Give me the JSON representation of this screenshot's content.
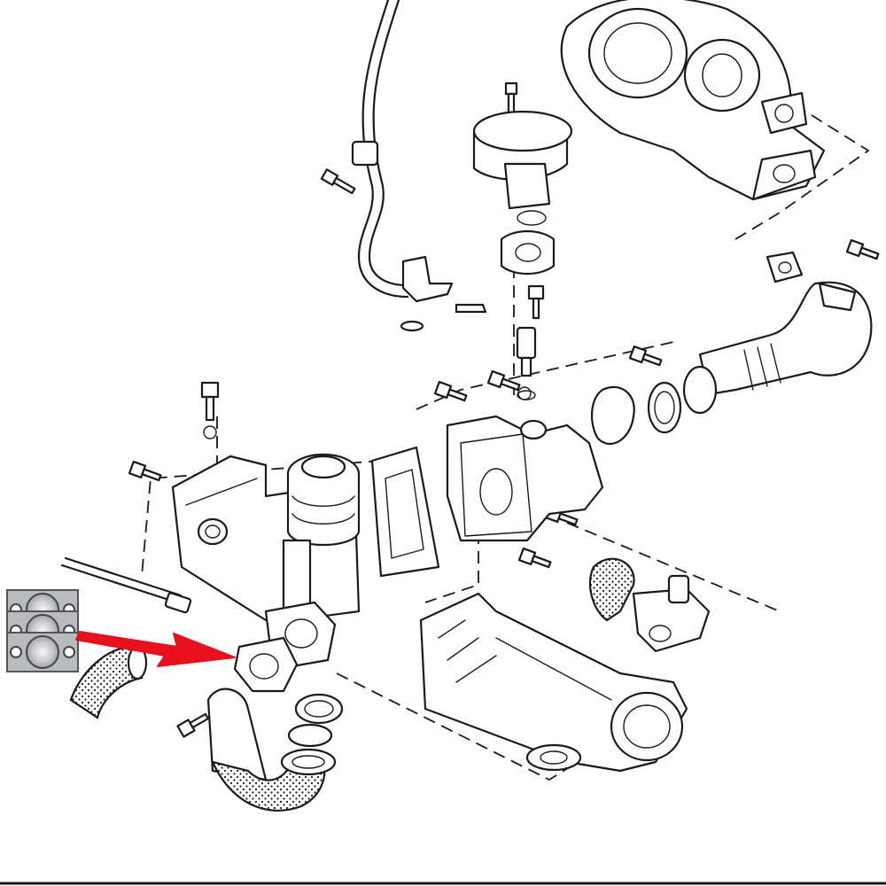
{
  "diagram": {
    "kind": "exploded parts view (exhaust gas recirculation assembly)",
    "colors": {
      "background": "#ffffff",
      "line_art": "#1a1a1a",
      "highlight_arrow": "#e8101c",
      "gasket_metal": "#b8bcc0"
    },
    "highlighted_part": "egr-gasket-set",
    "gasket_count": 3
  }
}
